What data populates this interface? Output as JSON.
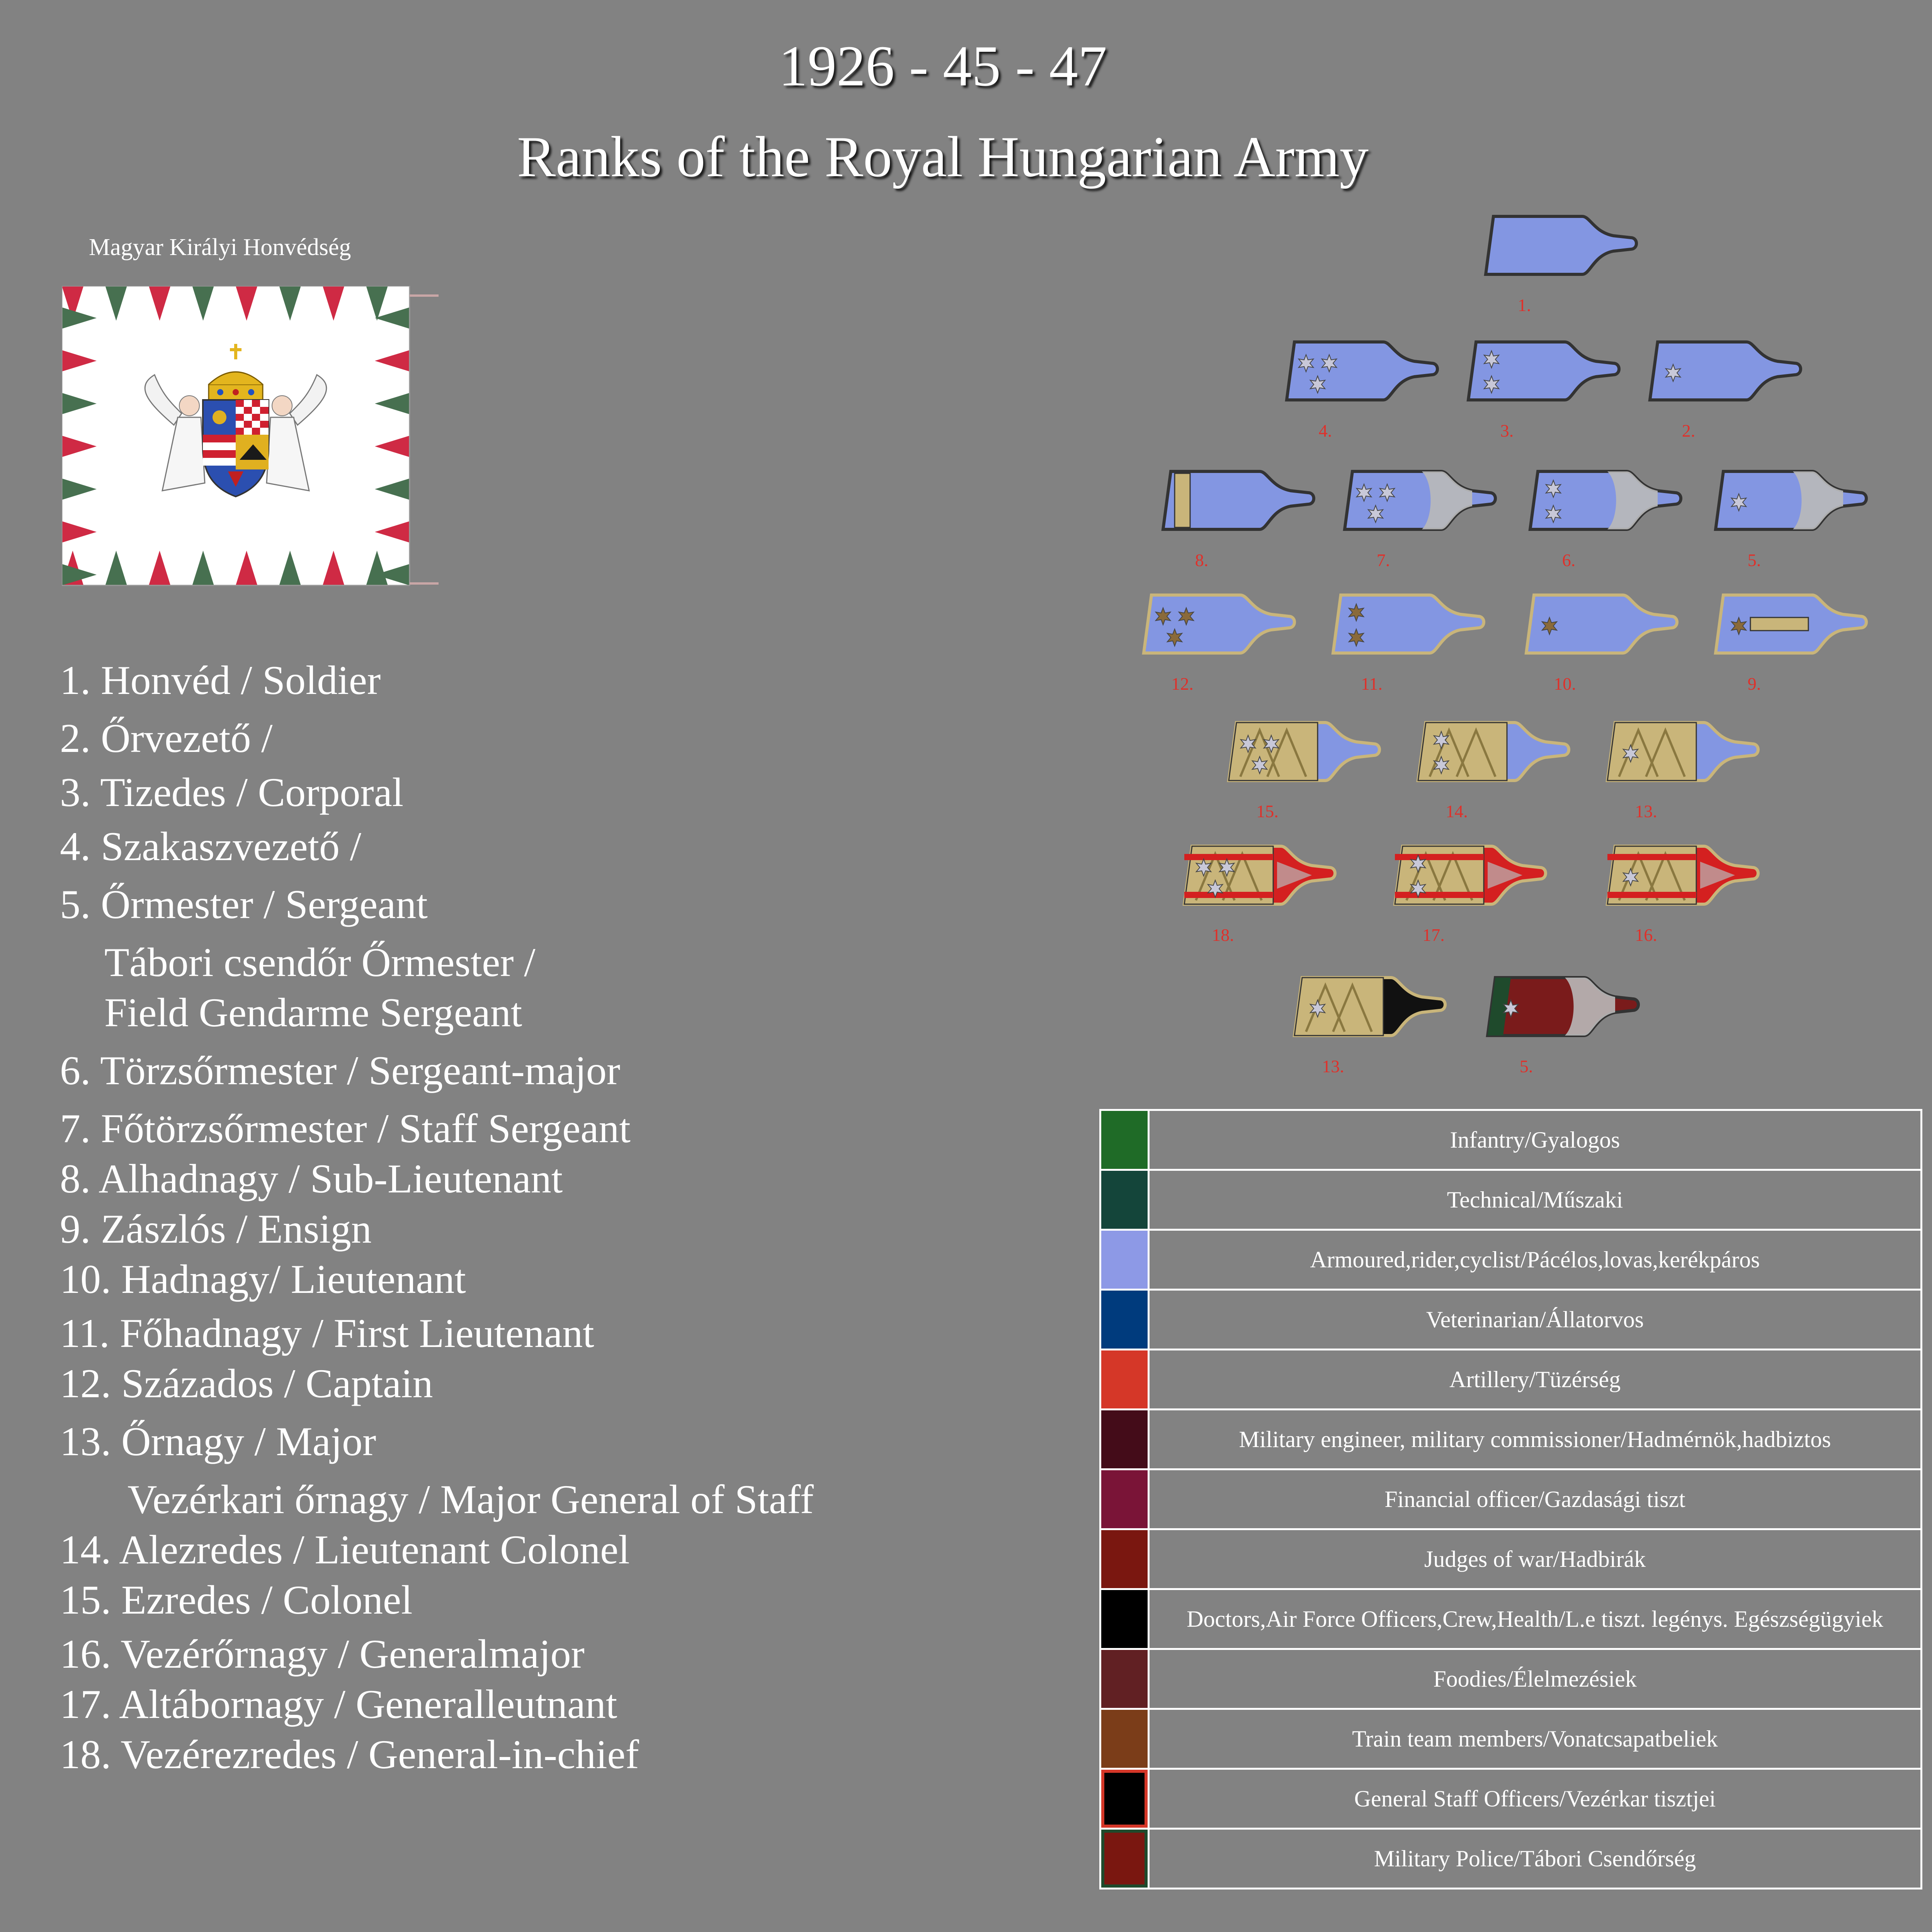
{
  "header": {
    "years": "1926 - 45 - 47",
    "title": "Ranks of the Royal Hungarian Army"
  },
  "flag": {
    "caption": "Magyar Királyi Honvédség",
    "colors": {
      "red": "#cf2a44",
      "white": "#ffffff",
      "green": "#477050"
    }
  },
  "ranks": [
    "1. Honvéd / Soldier",
    "2. Őrvezető /",
    "3. Tizedes / Corporal",
    "4. Szakaszvezető /",
    "5. Őrmester / Sergeant",
    "Tábori csendőr Őrmester /",
    "Field Gendarme Sergeant",
    "6. Törzsőrmester / Sergeant-major",
    "7. Főtörzsőrmester / Staff Sergeant",
    "8. Alhadnagy / Sub-Lieutenant",
    "9. Zászlós / Ensign",
    "10. Hadnagy/ Lieutenant",
    "11. Főhadnagy / First Lieutenant",
    "12. Százados / Captain",
    "13. Őrnagy / Major",
    "Vezérkari őrnagy / Major General of Staff",
    "14.  Alezredes / Lieutenant Colonel",
    "15. Ezredes / Colonel",
    "16. Vezérőrnagy / Generalmajor",
    "17. Altábornagy / Generalleutnant",
    "18. Vezérezredes / General-in-chief"
  ],
  "insignia": [
    {
      "label": "1.",
      "stars": 0,
      "type": "plain"
    },
    {
      "label": "4.",
      "stars": 3,
      "type": "plain"
    },
    {
      "label": "3.",
      "stars": 2,
      "type": "plain"
    },
    {
      "label": "2.",
      "stars": 1,
      "type": "plain"
    },
    {
      "label": "8.",
      "stars": 0,
      "type": "braid-stripe"
    },
    {
      "label": "7.",
      "stars": 3,
      "type": "silver"
    },
    {
      "label": "6.",
      "stars": 2,
      "type": "silver"
    },
    {
      "label": "5.",
      "stars": 1,
      "type": "silver"
    },
    {
      "label": "12.",
      "stars": 3,
      "type": "gold-edge"
    },
    {
      "label": "11.",
      "stars": 2,
      "type": "gold-edge"
    },
    {
      "label": "10.",
      "stars": 1,
      "type": "gold-edge"
    },
    {
      "label": "9.",
      "stars": 1,
      "type": "ensign"
    },
    {
      "label": "15.",
      "stars": 3,
      "type": "field-officer"
    },
    {
      "label": "14.",
      "stars": 2,
      "type": "field-officer"
    },
    {
      "label": "13.",
      "stars": 1,
      "type": "field-officer"
    },
    {
      "label": "18.",
      "stars": 3,
      "type": "general"
    },
    {
      "label": "17.",
      "stars": 2,
      "type": "general"
    },
    {
      "label": "16.",
      "stars": 1,
      "type": "general"
    },
    {
      "label": "13.",
      "stars": 1,
      "type": "staff"
    },
    {
      "label": "5.",
      "stars": 1,
      "type": "gendarme"
    }
  ],
  "insignia_colors": {
    "blue": "#8396e2",
    "gold": "#c9b57a",
    "silver": "#b9b9b9",
    "red": "#d42020",
    "black": "#111111",
    "maroon": "#7a1b1b",
    "green": "#1f4a2c",
    "label": "#e0302a"
  },
  "branches": [
    {
      "label": "Infantry/Gyalogos",
      "color": "#1f6b27"
    },
    {
      "label": "Technical/Műszaki",
      "color": "#14453a"
    },
    {
      "label": "Armoured,rider,cyclist/Pácélos,lovas,kerékpáros",
      "color": "#8d99e6"
    },
    {
      "label": "Veterinarian/Állatorvos",
      "color": "#003b7d"
    },
    {
      "label": "Artillery/Tüzérség",
      "color": "#d53728"
    },
    {
      "label": "Military engineer, military commissioner/Hadmérnök,hadbiztos",
      "color": "#440c19"
    },
    {
      "label": "Financial officer/Gazdasági tiszt",
      "color": "#7a1437"
    },
    {
      "label": "Judges of war/Hadbirák",
      "color": "#7a1710"
    },
    {
      "label": "Doctors,Air Force Officers,Crew,Health/L.e tiszt. legénys. Egészségügyiek",
      "color": "#000000"
    },
    {
      "label": "Foodies/Élelmezésiek",
      "color": "#612023"
    },
    {
      "label": "Train team members/Vonatcsapatbeliek",
      "color": "#7b3d19"
    },
    {
      "label": "General Staff Officers/Vezérkar tisztjei",
      "color": "#000000",
      "border": "#d53728"
    },
    {
      "label": "Military Police/Tábori Csendőrség",
      "color": "#7a1710",
      "border": "#1f4a2c"
    }
  ]
}
